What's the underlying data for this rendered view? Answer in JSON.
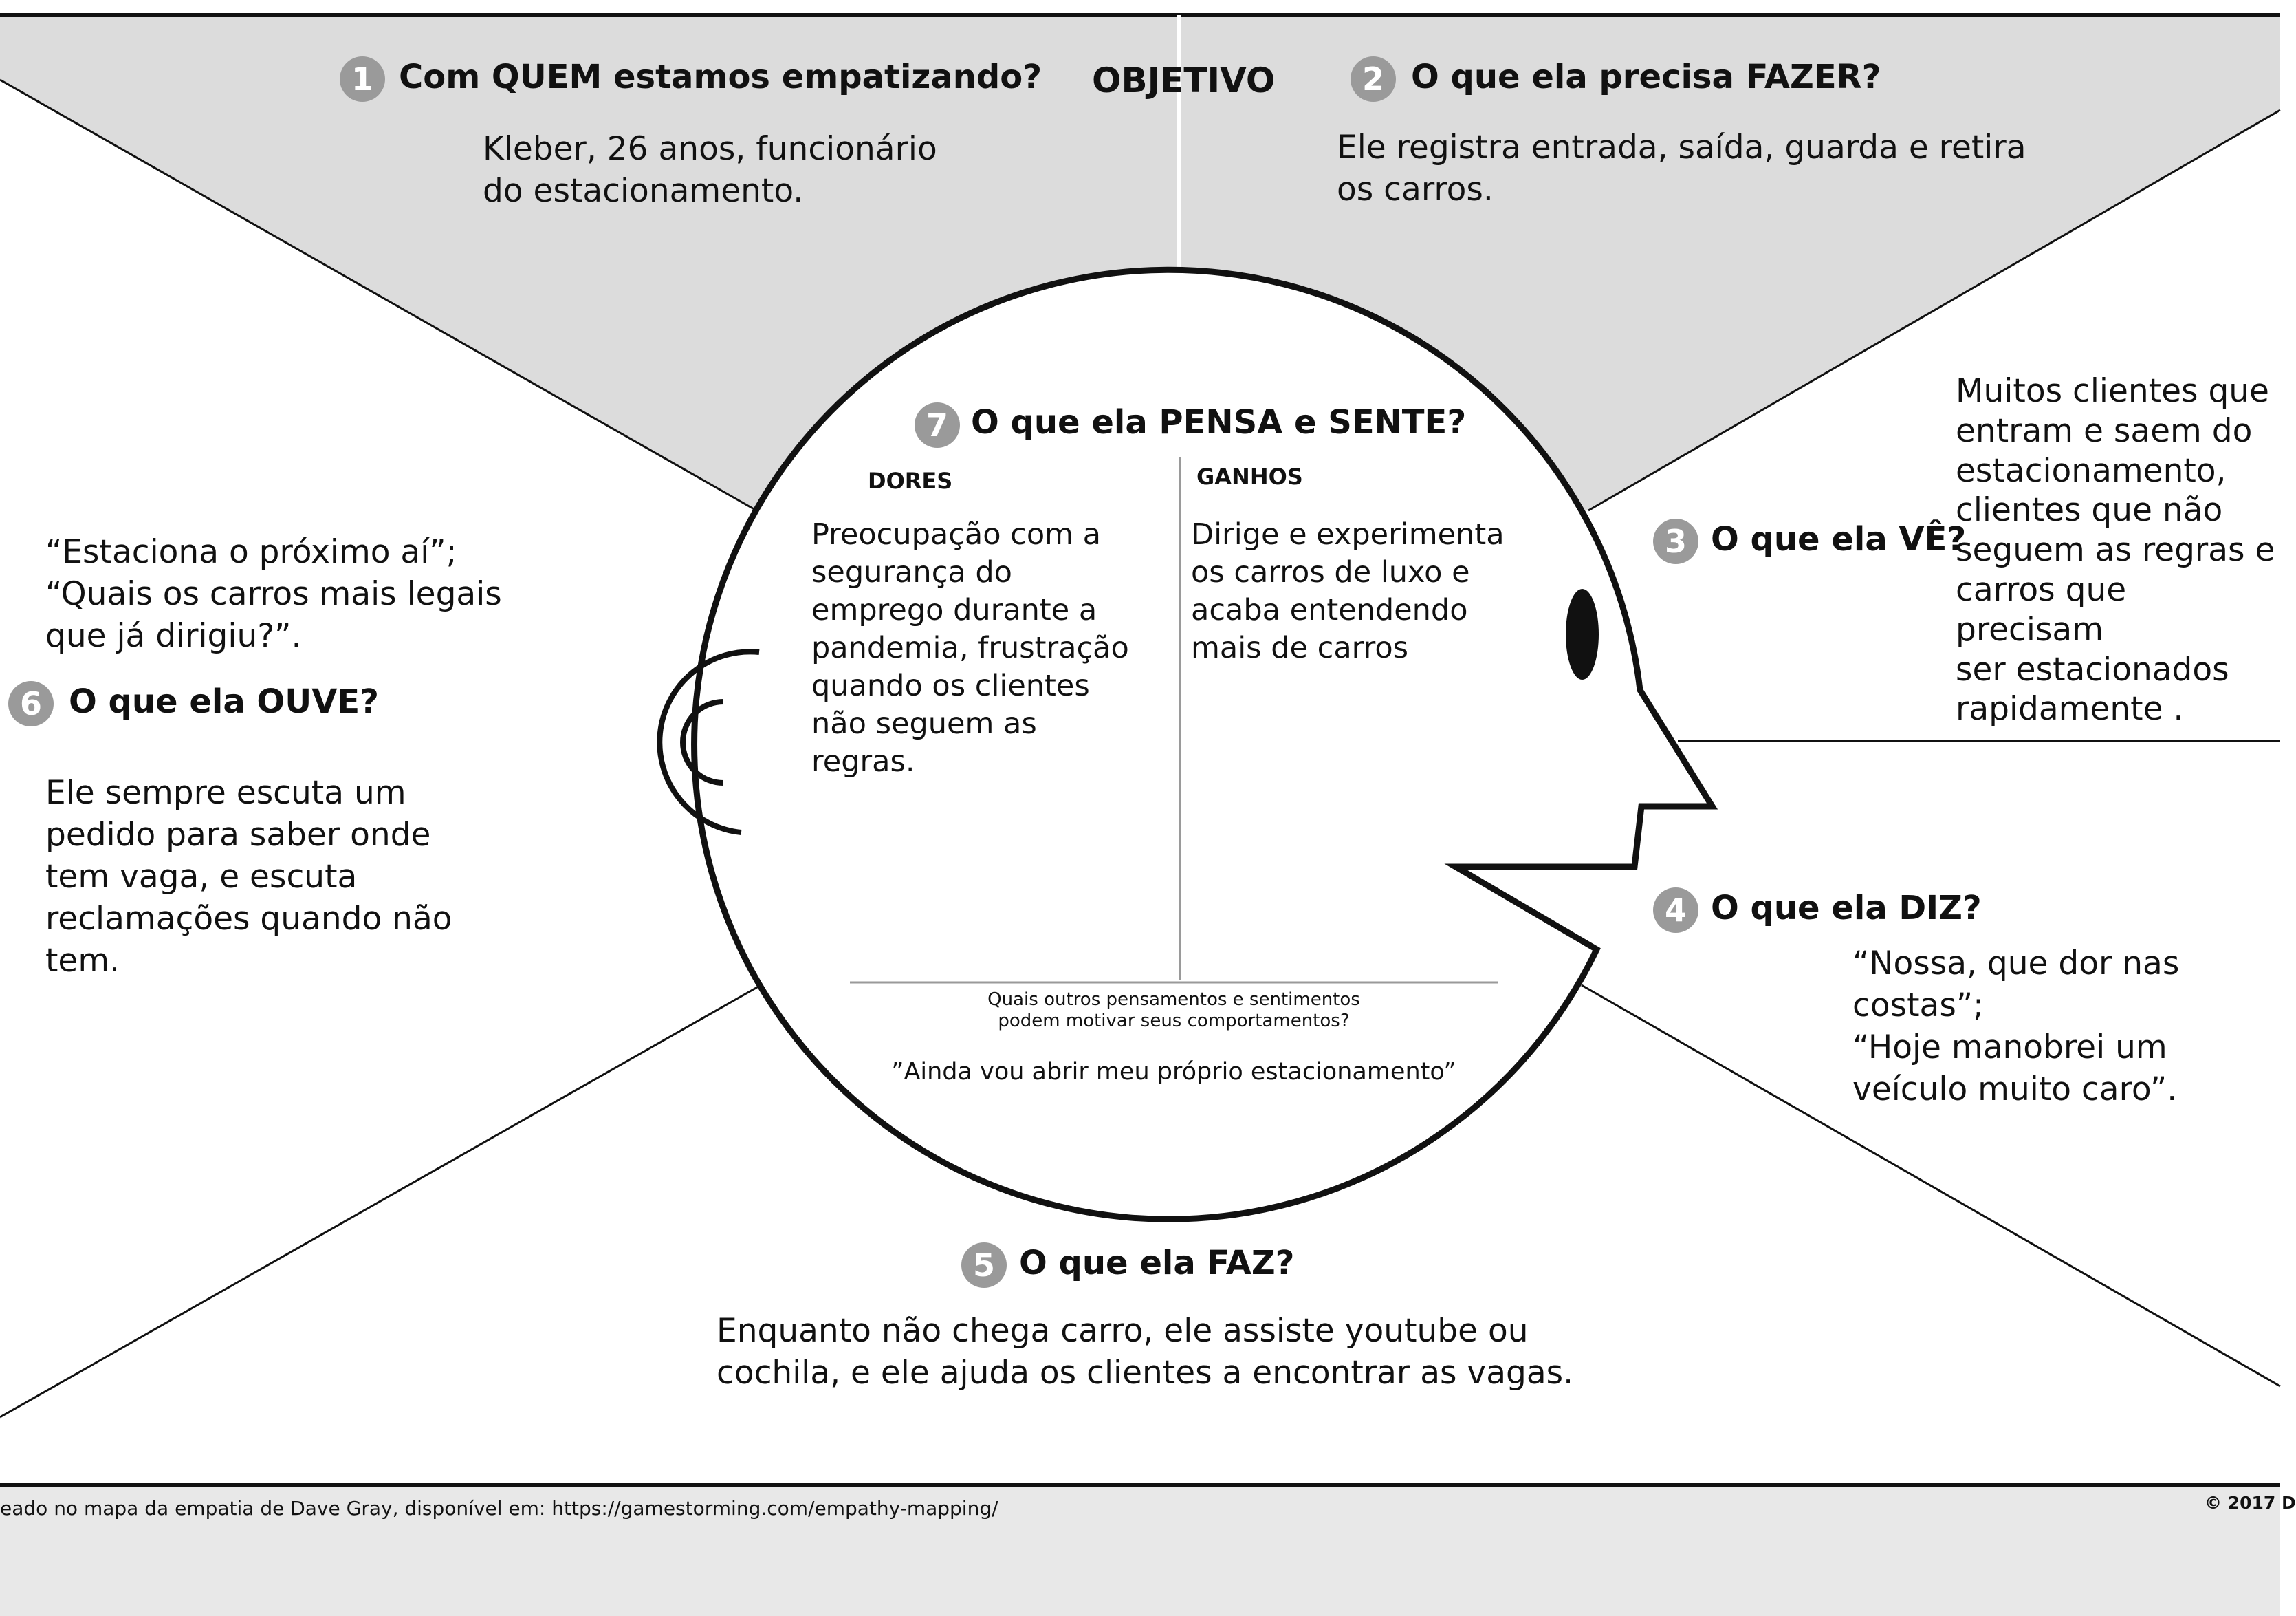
{
  "title": "OBJETIVO",
  "sections": {
    "s1": {
      "number": "1",
      "heading": "Com QUEM estamos empatizando?",
      "text": "Kleber, 26 anos, funcionário\ndo estacionamento."
    },
    "s2": {
      "number": "2",
      "heading": "O que ela precisa FAZER?",
      "text": "Ele registra entrada, saída, guarda e retira\nos carros."
    },
    "s3": {
      "number": "3",
      "heading": "O que ela VÊ?",
      "text": "Muitos clientes que\nentram e saem do\nestacionamento,\nclientes que não\nseguem as regras e\ncarros que precisam\nser estacionados\nrapidamente ."
    },
    "s4": {
      "number": "4",
      "heading": "O que ela DIZ?",
      "text": "“Nossa, que dor nas\ncostas”;\n“Hoje manobrei um\nveículo muito caro”."
    },
    "s5": {
      "number": "5",
      "heading": "O que ela FAZ?",
      "text": "Enquanto não chega carro, ele assiste youtube ou\ncochila, e ele ajuda os clientes a encontrar as vagas."
    },
    "s6": {
      "number": "6",
      "heading": "O que ela OUVE?",
      "quote": "“Estaciona o próximo aí”;\n“Quais os carros mais legais\nque já dirigiu?”.",
      "text": "Ele sempre escuta um\npedido para saber onde\ntem vaga, e escuta\nreclamações quando não\ntem."
    },
    "s7": {
      "number": "7",
      "heading": "O que ela PENSA e SENTE?",
      "pains_label": "DORES",
      "pains_text": "Preocupação com a\nsegurança do\nemprego durante a\npandemia, frustração\nquando os clientes\nnão seguem as\nregras.",
      "gains_label": "GANHOS",
      "gains_text": "Dirige e experimenta\nos carros de luxo e\nacaba entendendo\nmais de carros",
      "other_prompt": "Quais outros pensamentos e sentimentos\npodem motivar seus comportamentos?",
      "other_text": "”Ainda vou abrir meu próprio estacionamento”"
    }
  },
  "footer": {
    "credit": "eado no mapa da empatia de Dave Gray, disponível em: https://gamestorming.com/empathy-mapping/",
    "copyright": "© 2017 D"
  },
  "colors": {
    "shade": "#dcdcdc",
    "badge": "#9a9a9a",
    "footer_bg": "#e8e8e8",
    "line": "#111111"
  }
}
